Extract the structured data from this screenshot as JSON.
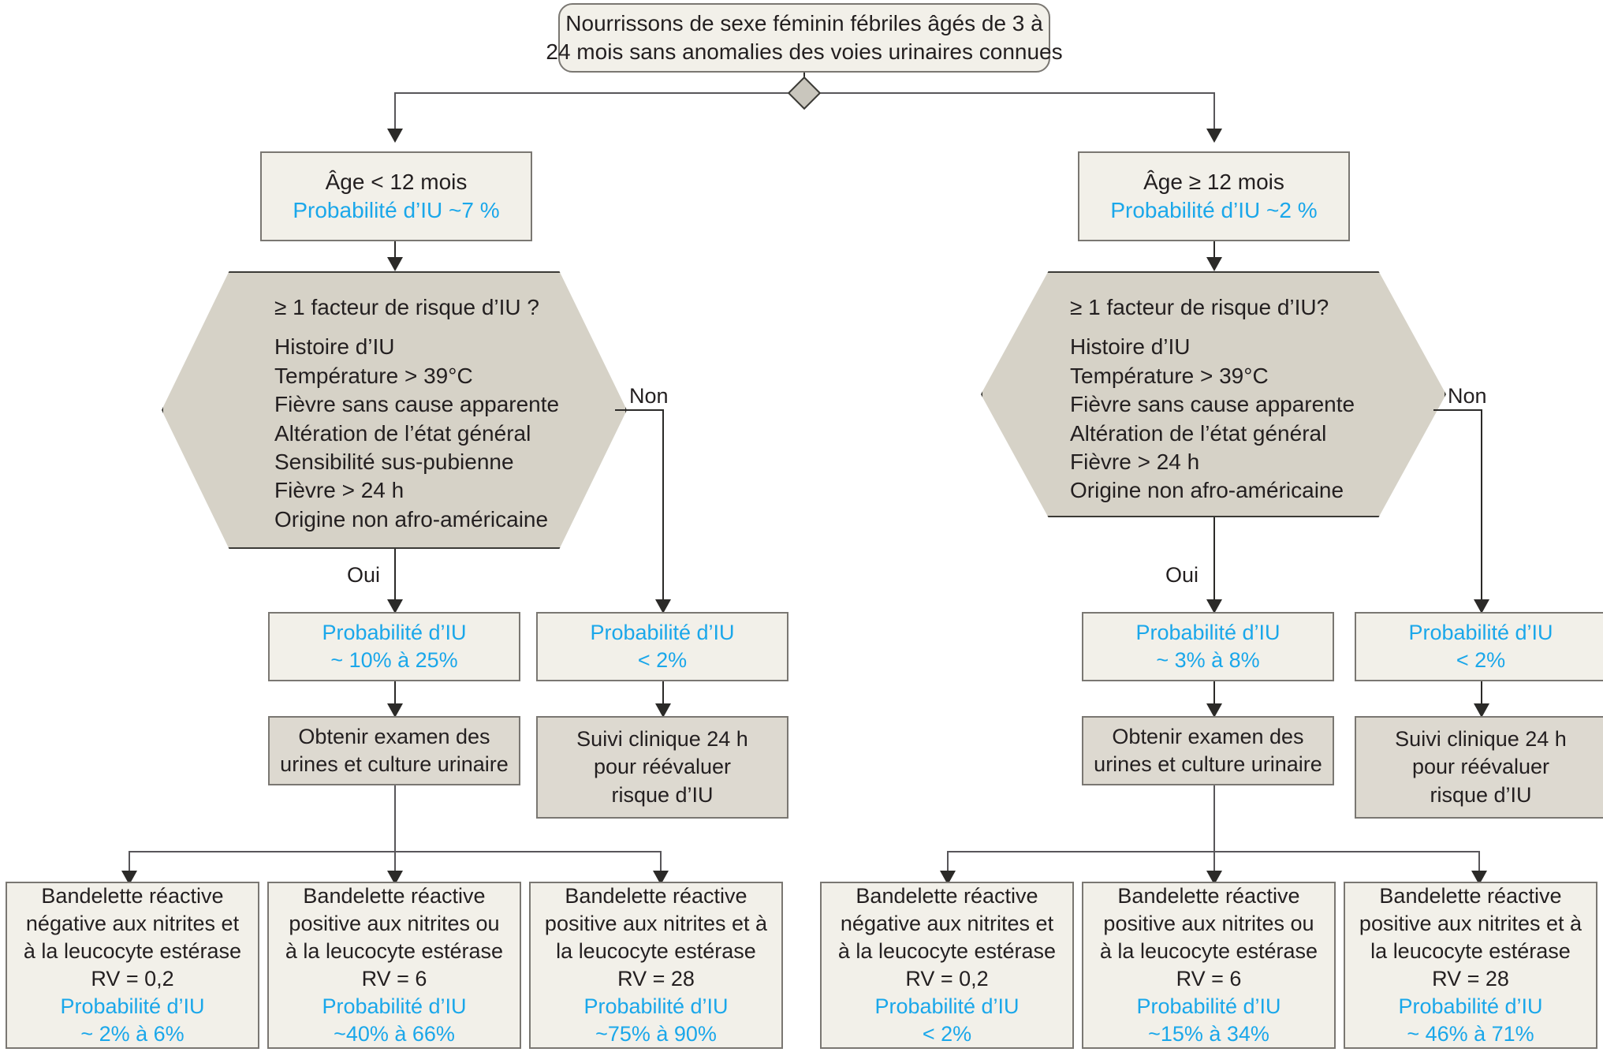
{
  "diagram": {
    "title_node": {
      "lines": [
        "Nourrissons de sexe féminin fébriles âgés de 3  à",
        "24 mois sans anomalies des voies urinaires connues"
      ]
    },
    "branch_left": {
      "age_box": {
        "title": "Âge < 12 mois",
        "probability": "Probabilité d’IU ~7 %"
      },
      "risk_hexagon": {
        "question": "≥ 1 facteur de risque d’IU ?",
        "factors": [
          "Histoire d’IU",
          "Température > 39°C",
          "Fièvre sans cause apparente",
          "Altération de l’état général",
          "Sensibilité sus-pubienne",
          "Fièvre > 24 h",
          "Origine non afro-américaine"
        ]
      },
      "label_yes": "Oui",
      "label_no": "Non",
      "prob_yes": {
        "line1": "Probabilité d’IU",
        "line2": "~ 10% à 25%"
      },
      "prob_no": {
        "line1": "Probabilité d’IU",
        "line2": "< 2%"
      },
      "action_yes": {
        "lines": [
          "Obtenir examen des",
          "urines et culture urinaire"
        ]
      },
      "action_no": {
        "lines": [
          "Suivi clinique 24 h",
          "pour réévaluer",
          "risque d’IU"
        ]
      },
      "results": [
        {
          "lines": [
            "Bandelette réactive",
            "négative aux nitrites et",
            "à la leucocyte estérase",
            "RV = 0,2"
          ],
          "prob_label": "Probabilité d’IU",
          "prob_value": "~ 2% à 6%"
        },
        {
          "lines": [
            "Bandelette réactive",
            "positive aux nitrites ou",
            "à la leucocyte estérase",
            "RV = 6"
          ],
          "prob_label": "Probabilité d’IU",
          "prob_value": "~40% à 66%"
        },
        {
          "lines": [
            "Bandelette réactive",
            "positive aux nitrites et à",
            "la leucocyte estérase",
            "RV = 28"
          ],
          "prob_label": "Probabilité d’IU",
          "prob_value": "~75% à 90%"
        }
      ]
    },
    "branch_right": {
      "age_box": {
        "title": "Âge ≥ 12 mois",
        "probability": "Probabilité d’IU ~2 %"
      },
      "risk_hexagon": {
        "question": "≥ 1 facteur de risque d’IU?",
        "factors": [
          "Histoire d’IU",
          "Température > 39°C",
          "Fièvre sans cause apparente",
          "Altération de l’état général",
          "Fièvre > 24 h",
          "Origine non afro-américaine"
        ]
      },
      "label_yes": "Oui",
      "label_no": "Non",
      "prob_yes": {
        "line1": "Probabilité d’IU",
        "line2": "~ 3% à 8%"
      },
      "prob_no": {
        "line1": "Probabilité d’IU",
        "line2": "< 2%"
      },
      "action_yes": {
        "lines": [
          "Obtenir examen des",
          "urines et culture urinaire"
        ]
      },
      "action_no": {
        "lines": [
          "Suivi clinique 24 h",
          "pour réévaluer",
          "risque d’IU"
        ]
      },
      "results": [
        {
          "lines": [
            "Bandelette réactive",
            "négative aux nitrites et",
            "à la leucocyte estérase",
            "RV = 0,2"
          ],
          "prob_label": "Probabilité d’IU",
          "prob_value": "< 2%"
        },
        {
          "lines": [
            "Bandelette réactive",
            "positive aux nitrites ou",
            "à la leucocyte estérase",
            "RV = 6"
          ],
          "prob_label": "Probabilité d’IU",
          "prob_value": "~15% à 34%"
        },
        {
          "lines": [
            "Bandelette réactive",
            "positive aux nitrites et à",
            "la leucocyte estérase",
            "RV = 28"
          ],
          "prob_label": "Probabilité d’IU",
          "prob_value": "~ 46% à 71%"
        }
      ]
    },
    "colors": {
      "accent_blue": "#1aa7ea",
      "box_light": "#f2f0e9",
      "box_dark": "#ddd9d0",
      "hexagon_fill": "#d6d2c7",
      "border": "#7a7772",
      "text": "#231f20"
    }
  }
}
